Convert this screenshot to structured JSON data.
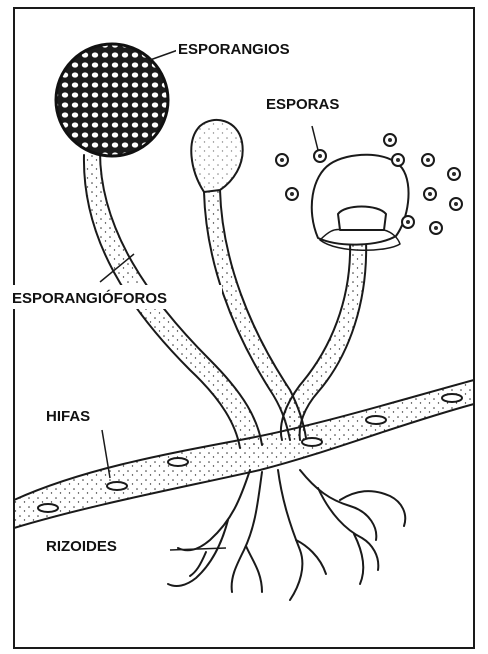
{
  "labels": {
    "sporangia": "ESPORANGIOS",
    "spores": "ESPORAS",
    "sporangiophores": "ESPORANGIÓFOROS",
    "hyphae": "HIFAS",
    "rhizoids": "RIZOIDES"
  }
}
